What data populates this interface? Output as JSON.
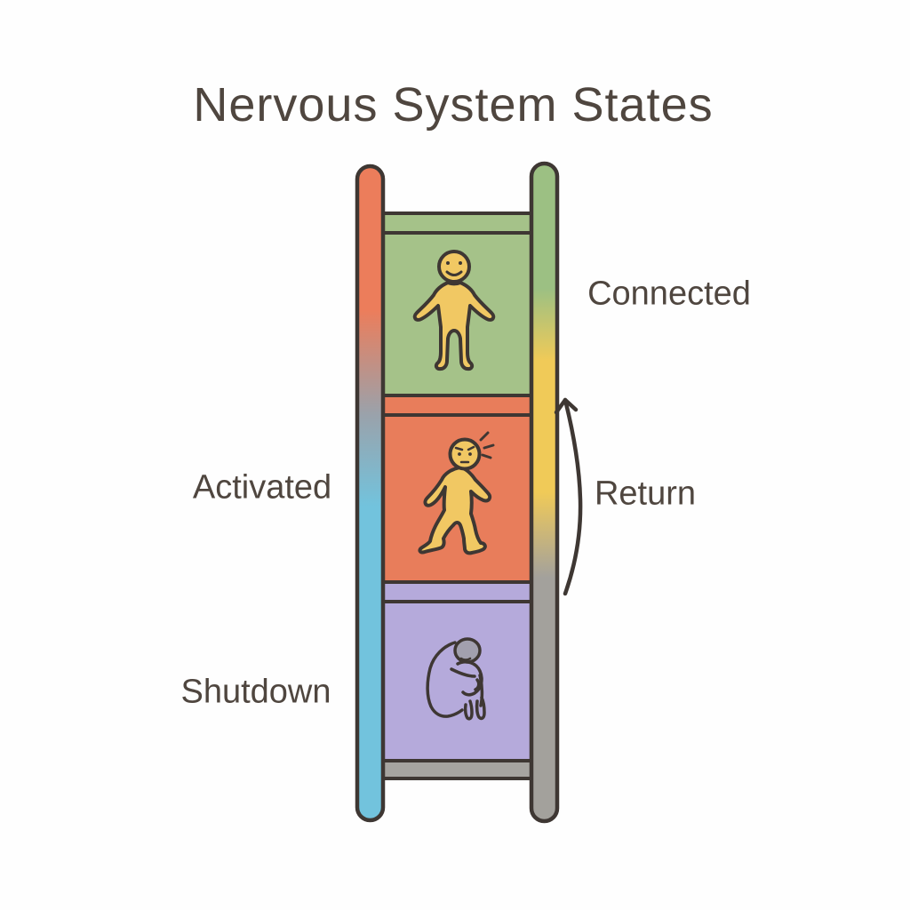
{
  "title": "Nervous System States",
  "ladder": {
    "sections": [
      {
        "id": "connected",
        "label": "Connected",
        "label_side": "right",
        "color": "#a5c289",
        "figure": "standing-smiling-person"
      },
      {
        "id": "activated",
        "label": "Activated",
        "label_side": "left",
        "color": "#e87d5b",
        "figure": "walking-anxious-person"
      },
      {
        "id": "shutdown",
        "label": "Shutdown",
        "label_side": "left",
        "color": "#b5aadb",
        "figure": "curled-up-person"
      }
    ],
    "bottom_rung_color": "#a6a4a0"
  },
  "arrow": {
    "label": "Return",
    "direction": "up"
  },
  "colors": {
    "background": "#fefefe",
    "text": "#4f463f",
    "outline": "#3e3733",
    "panel_green": "#a5c289",
    "panel_orange": "#e87d5b",
    "panel_purple": "#b5aadb",
    "rung_gray": "#a6a4a0",
    "figure_yellow": "#f1c863",
    "figure_gray": "#a2a0ae",
    "rail_orange": "#ec7d5b",
    "rail_blue_gray": "#9aa2ab",
    "rail_blue": "#72c3dd",
    "rail_green": "#9cc083",
    "rail_yellow": "#f0ca58",
    "rail_gray": "#a3a19c"
  }
}
